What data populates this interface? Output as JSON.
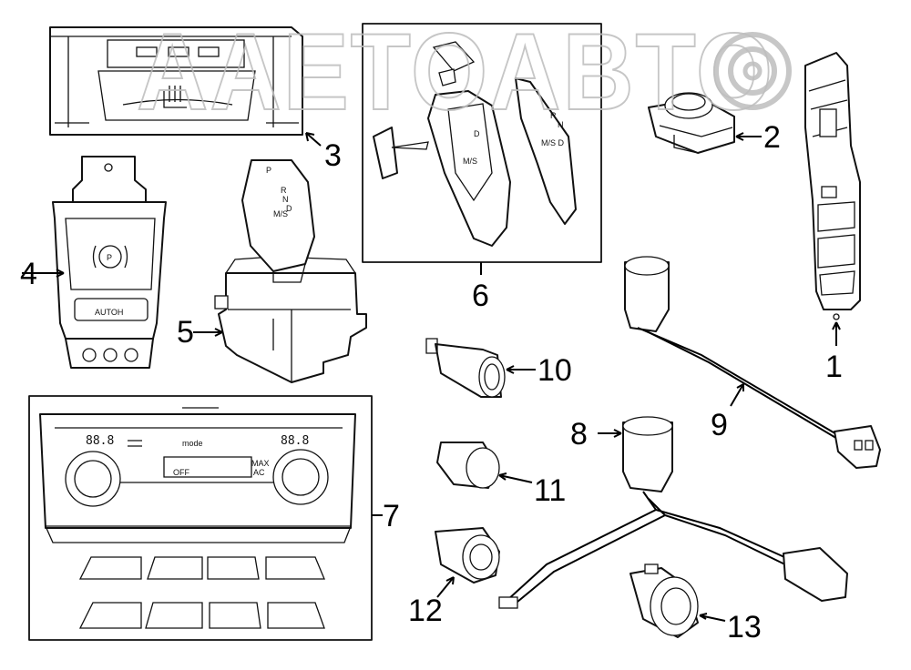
{
  "watermark": "AAETOABTO",
  "labels": {
    "autoh": "AUTOH",
    "park": "P",
    "maxac_top": "MAX",
    "maxac_bottom": "AC",
    "off": "OFF",
    "temp_left": "88.8",
    "temp_right": "88.8",
    "mode": "mode"
  },
  "callouts": [
    {
      "id": "1",
      "text": "1"
    },
    {
      "id": "2",
      "text": "2"
    },
    {
      "id": "3",
      "text": "3"
    },
    {
      "id": "4",
      "text": "4"
    },
    {
      "id": "5",
      "text": "5"
    },
    {
      "id": "6",
      "text": "6"
    },
    {
      "id": "7",
      "text": "7"
    },
    {
      "id": "8",
      "text": "8"
    },
    {
      "id": "9",
      "text": "9"
    },
    {
      "id": "10",
      "text": "10"
    },
    {
      "id": "11",
      "text": "11"
    },
    {
      "id": "12",
      "text": "12"
    },
    {
      "id": "13",
      "text": "13"
    }
  ],
  "colors": {
    "line": "#111111",
    "watermark": "#bdbdbd",
    "background": "#ffffff"
  }
}
